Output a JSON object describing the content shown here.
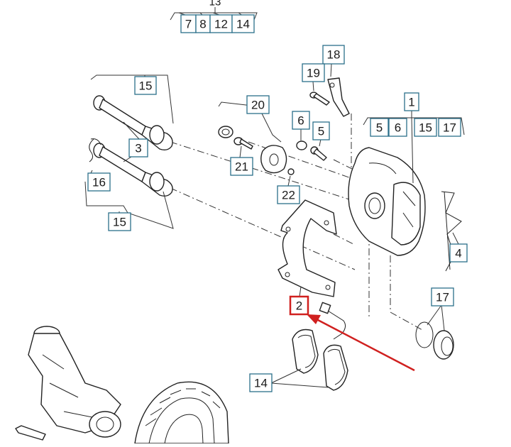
{
  "callouts": {
    "c13": "13",
    "c7": "7",
    "c8": "8",
    "c12": "12",
    "c14_top": "14",
    "c15_a": "15",
    "c3": "3",
    "c16": "16",
    "c15_b": "15",
    "c20": "20",
    "c21": "21",
    "c22": "22",
    "c18": "18",
    "c19": "19",
    "c6_a": "6",
    "c5_a": "5",
    "c1": "1",
    "c5_b": "5",
    "c6_b": "6",
    "c15_c": "15",
    "c17_a": "17",
    "c4": "4",
    "c2": "2",
    "c17_b": "17",
    "c14_bottom": "14"
  },
  "highlight": {
    "color": "#d0201f",
    "target": "2"
  },
  "colors": {
    "callout_border": "#2b6f8a",
    "line": "#222222"
  }
}
